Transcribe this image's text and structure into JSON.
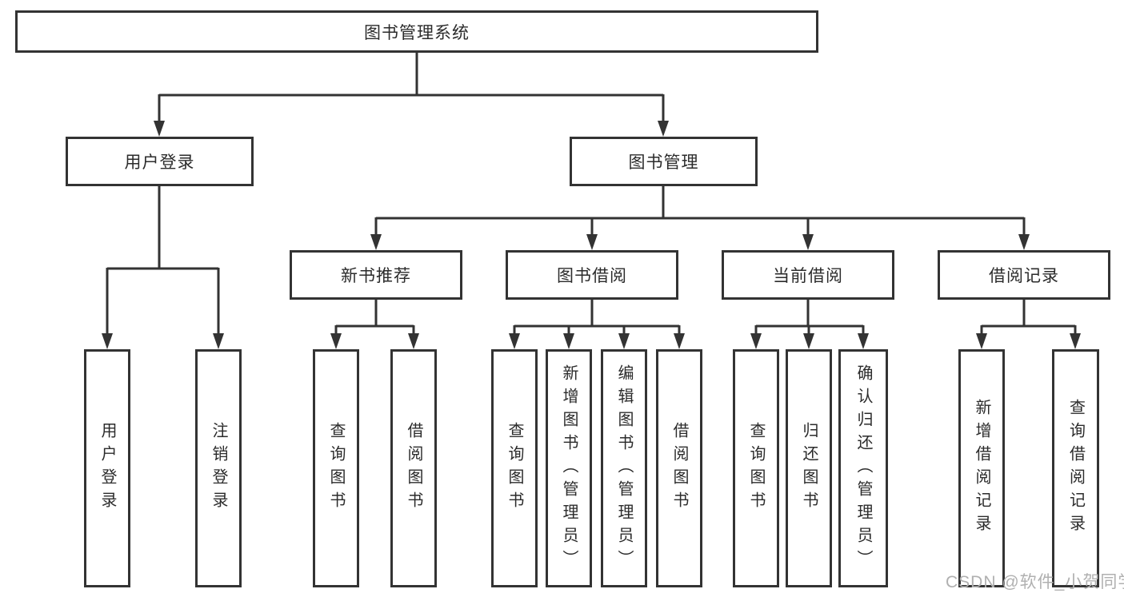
{
  "diagram": {
    "type": "tree",
    "line_color": "#333333",
    "box_border_color": "#333333",
    "background_color": "#ffffff",
    "watermark": {
      "text": "CSDN @软件_小贺同学",
      "color": "#b0b0b0"
    },
    "root": {
      "label": "图书管理系统",
      "children": [
        {
          "label": "用户登录",
          "children": [
            {
              "label": "用户登录"
            },
            {
              "label": "注销登录"
            }
          ]
        },
        {
          "label": "图书管理",
          "children": [
            {
              "label": "新书推荐",
              "children": [
                {
                  "label": "查询图书"
                },
                {
                  "label": "借阅图书"
                }
              ]
            },
            {
              "label": "图书借阅",
              "children": [
                {
                  "label": "查询图书"
                },
                {
                  "label": "新增图书（管理员）"
                },
                {
                  "label": "编辑图书（管理员）"
                },
                {
                  "label": "借阅图书"
                }
              ]
            },
            {
              "label": "当前借阅",
              "children": [
                {
                  "label": "查询图书"
                },
                {
                  "label": "归还图书"
                },
                {
                  "label": "确认归还（管理员）"
                }
              ]
            },
            {
              "label": "借阅记录",
              "children": [
                {
                  "label": "新增借阅记录"
                },
                {
                  "label": "查询借阅记录"
                }
              ]
            }
          ]
        }
      ]
    }
  }
}
